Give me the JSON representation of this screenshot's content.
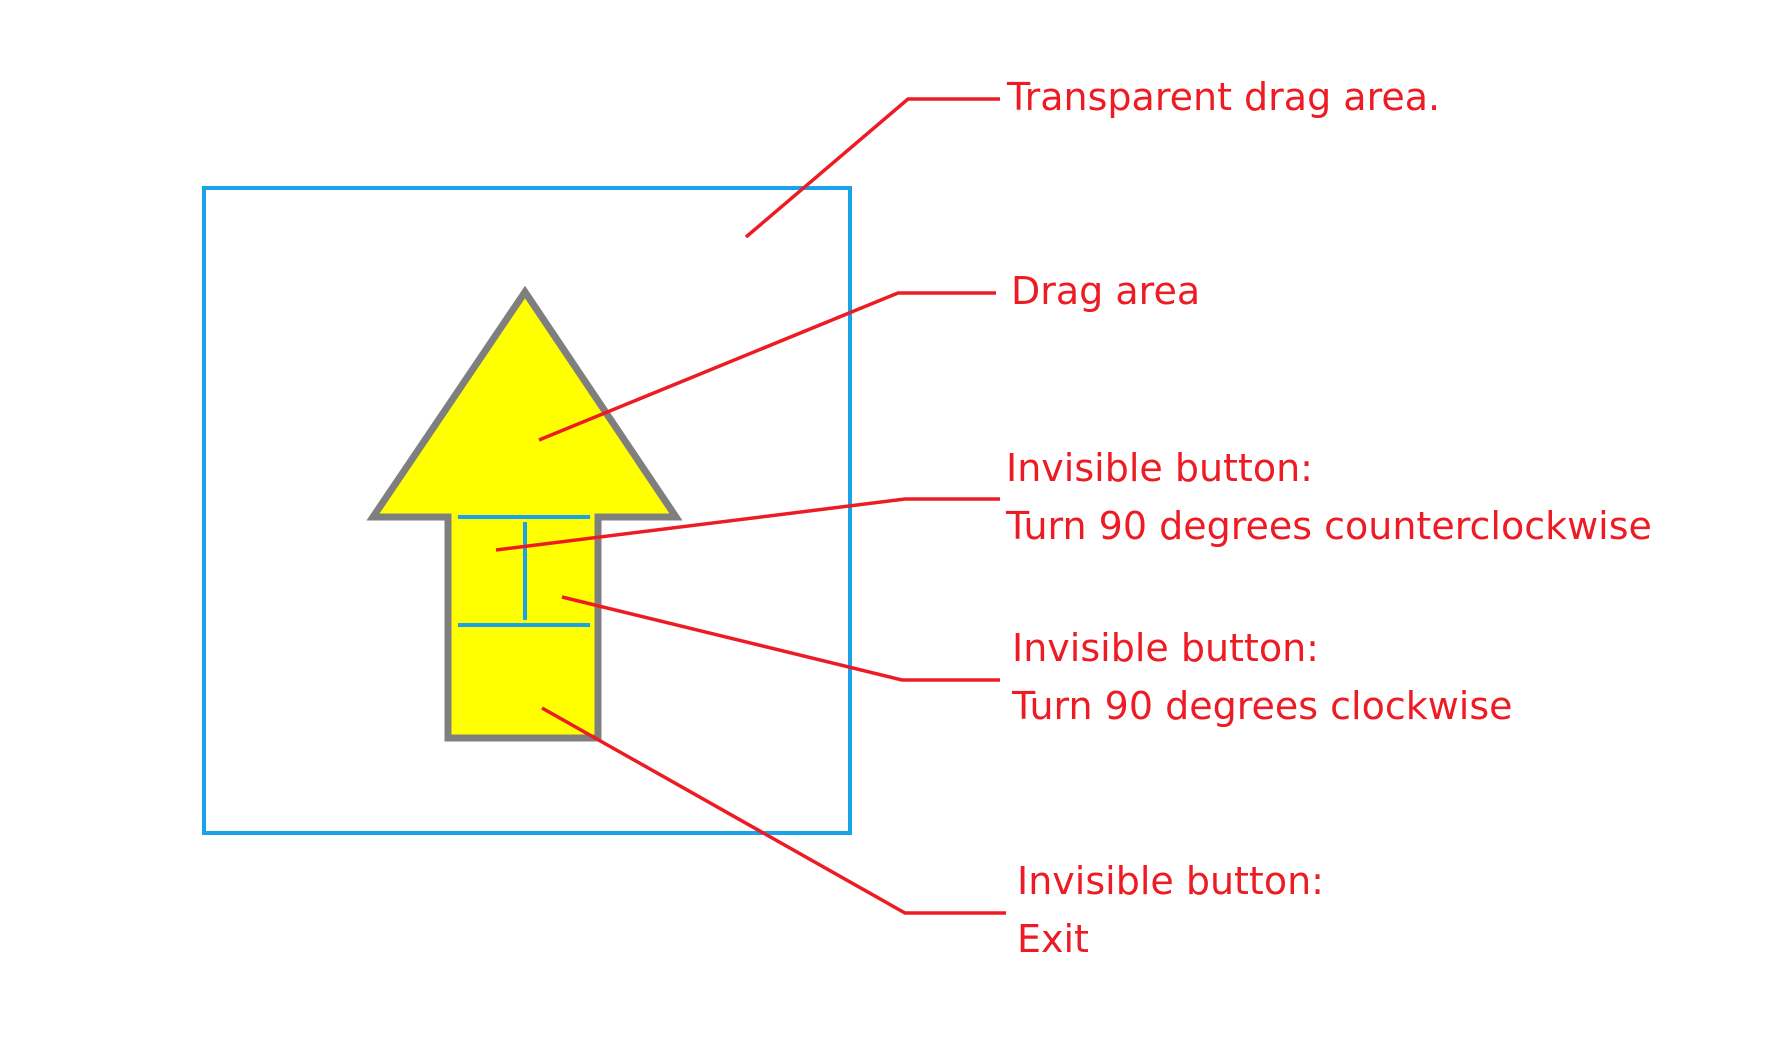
{
  "colors": {
    "annotation": "#ed1c24",
    "frame": "#1aa3e8",
    "arrow_fill": "#ffff00",
    "arrow_outline": "#7f7f7f",
    "divider": "#1aa3e8",
    "background": "#ffffff"
  },
  "labels": {
    "transparent_drag_area": "Transparent drag area.",
    "drag_area": "Drag area",
    "ccw_button": {
      "line1": "Invisible button:",
      "line2": "Turn 90 degrees counterclockwise"
    },
    "cw_button": {
      "line1": "Invisible button:",
      "line2": "Turn 90 degrees clockwise"
    },
    "exit_button": {
      "line1": "Invisible button:",
      "line2": "Exit"
    }
  }
}
